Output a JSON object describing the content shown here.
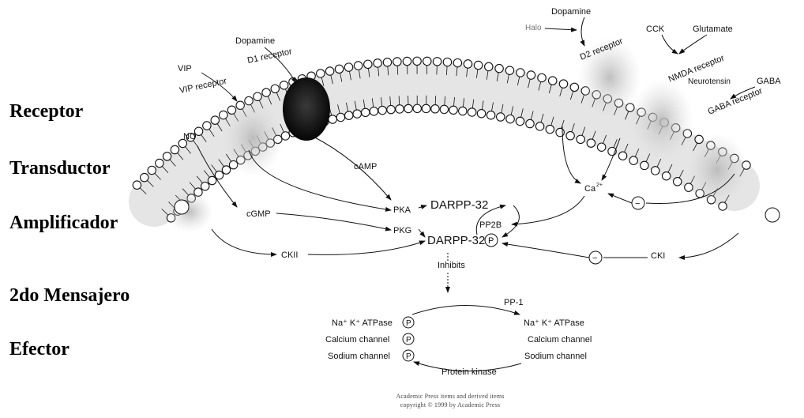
{
  "levels": {
    "receptor": "Receptor",
    "transductor": "Transductor",
    "amplificador": "Amplificador",
    "segundo_mensajero": "2do Mensajero",
    "efector": "Efector"
  },
  "ligands": {
    "dopamine_left": "Dopamine",
    "dopamine_right": "Dopamine",
    "vip": "VIP",
    "no": "NO",
    "cck": "CCK",
    "glutamate": "Glutamate",
    "neurotensin": "Neurotensin",
    "gaba": "GABA",
    "faint_top": "Halo"
  },
  "receptors": {
    "d1": "D1 receptor",
    "vip": "VIP receptor",
    "d2": "D2 receptor",
    "nmda": "NMDA receptor",
    "gaba": "GABA receptor"
  },
  "messengers": {
    "camp": "cAMP",
    "cgmp": "cGMP",
    "ca": "Ca",
    "ca_sup": "2+",
    "inhibits": "Inhibits"
  },
  "enzymes": {
    "pka": "PKA",
    "pkg": "PKG",
    "ck2": "CKII",
    "ck1": "CKI",
    "pp2b": "PP2B",
    "pp1": "PP-1",
    "protein_kinase": "Protein kinase"
  },
  "darpp": {
    "label": "DARPP-32",
    "label_p": "DARPP-32",
    "p_mark": "P",
    "minus": "−"
  },
  "effectors": {
    "left": [
      "Na⁺ K⁺ ATPase",
      "Calcium channel",
      "Sodium channel"
    ],
    "right": [
      "Na⁺ K⁺ ATPase",
      "Calcium channel",
      "Sodium channel"
    ]
  },
  "credit": {
    "line1": "Academic Press items and derived items",
    "line2": "copyright © 1999 by Academic Press"
  }
}
